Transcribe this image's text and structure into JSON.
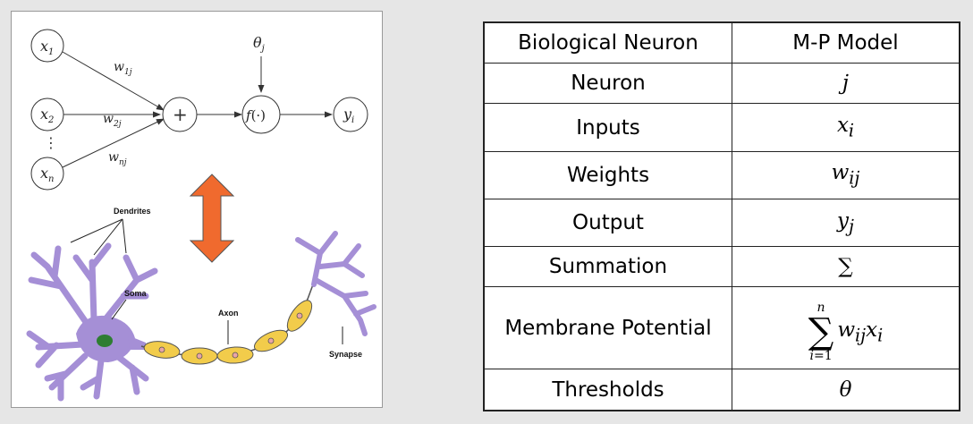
{
  "diagram": {
    "inputs": [
      "x1",
      "x2",
      "xn"
    ],
    "weights": [
      "w1j",
      "w2j",
      "wnj"
    ],
    "sum_symbol": "+",
    "activation": "f(·)",
    "threshold": "θj",
    "output": "yi",
    "ellipsis": "⋮",
    "neuron_labels": {
      "dendrites": "Dendrites",
      "soma": "Soma",
      "axon": "Axon",
      "synapse": "Synapse"
    },
    "colors": {
      "neuron_body": "#a58fd6",
      "axon_segment": "#f2cc4b",
      "nucleus": "#2e7d32",
      "arrow": "#f06a2e"
    }
  },
  "table": {
    "headers": [
      "Biological Neuron",
      "M-P Model"
    ],
    "rows": [
      {
        "bio": "Neuron",
        "model": "j"
      },
      {
        "bio": "Inputs",
        "model": "xi"
      },
      {
        "bio": "Weights",
        "model": "wij"
      },
      {
        "bio": "Output",
        "model": "yj"
      },
      {
        "bio": "Summation",
        "model": "∑"
      },
      {
        "bio": "Membrane Potential",
        "model": "∑ wij xi (i=1..n)"
      },
      {
        "bio": "Thresholds",
        "model": "θ"
      }
    ]
  }
}
